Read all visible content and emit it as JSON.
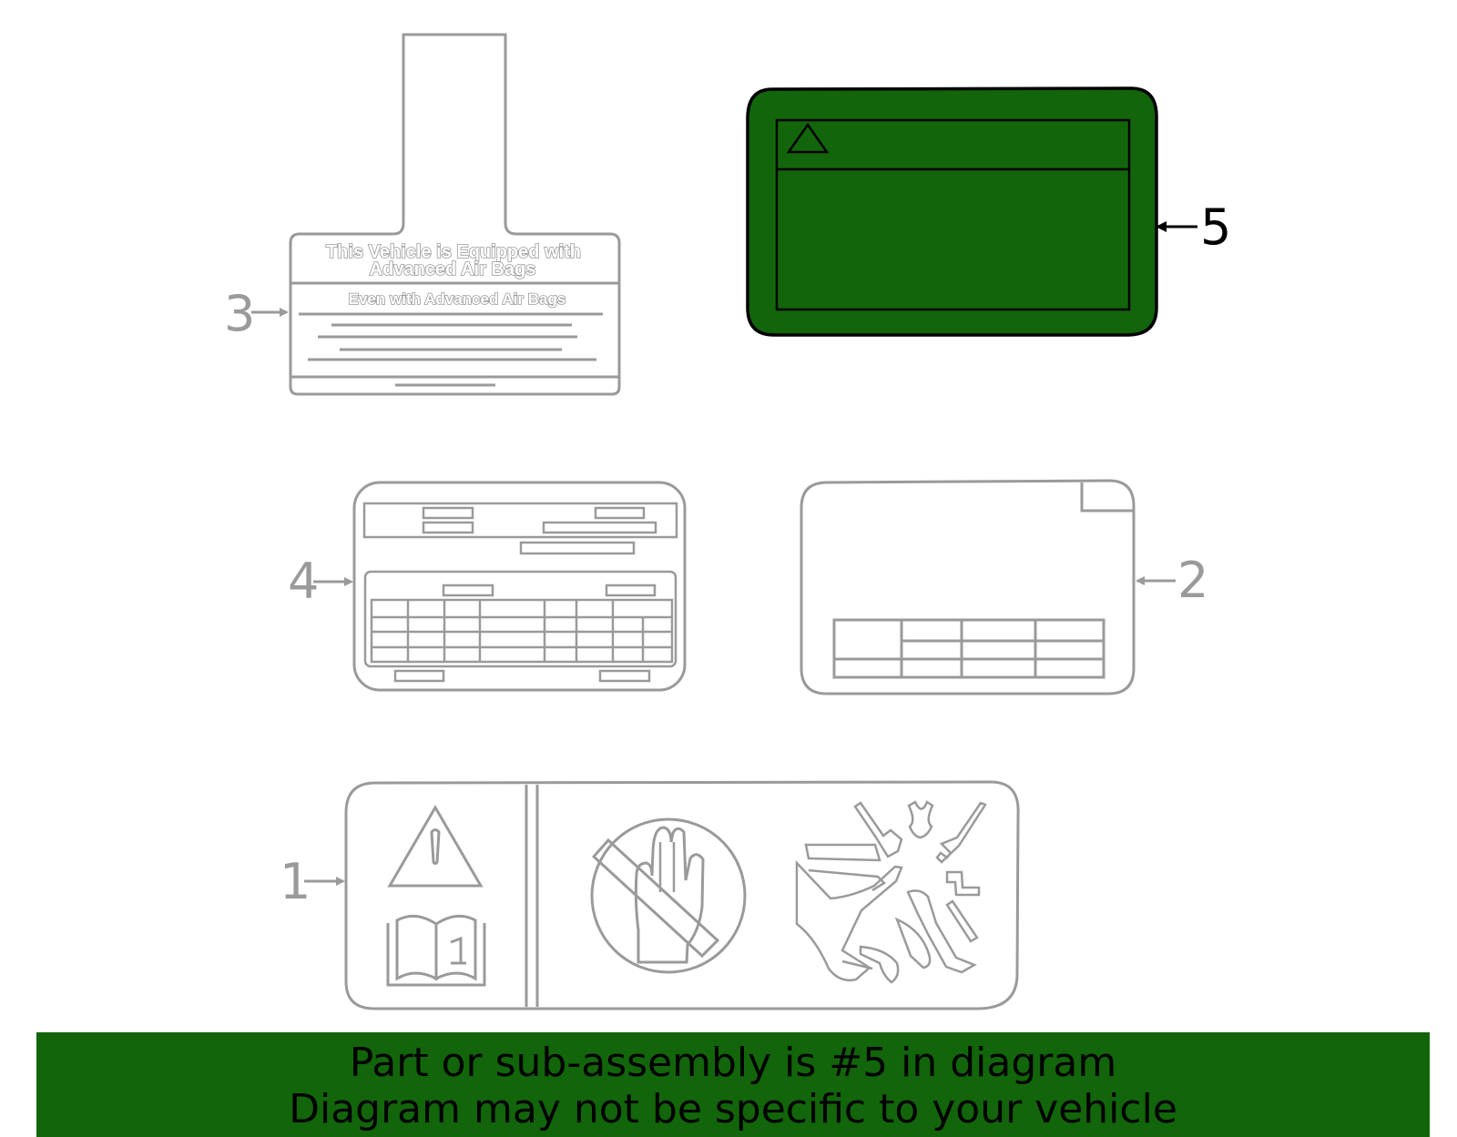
{
  "colors": {
    "highlight": "#12650a",
    "line_gray": "#9a9a9a",
    "text": "#000000"
  },
  "callouts": [
    "1",
    "2",
    "3",
    "4",
    "5"
  ],
  "highlighted_part": "5",
  "label_3": {
    "line1": "This Vehicle is Equipped with",
    "line2": "Advanced Air Bags",
    "line3": "Even with Advanced Air Bags"
  },
  "label_1_icons": [
    "warning-triangle-icon",
    "owners-manual-icon",
    "no-hand-icon",
    "airbag-deploy-icon"
  ],
  "label_5_icons": [
    "warning-triangle-icon"
  ],
  "banner": {
    "line1": "Part or sub-assembly is #5 in diagram",
    "line2": "Diagram may not be specific to your vehicle"
  }
}
